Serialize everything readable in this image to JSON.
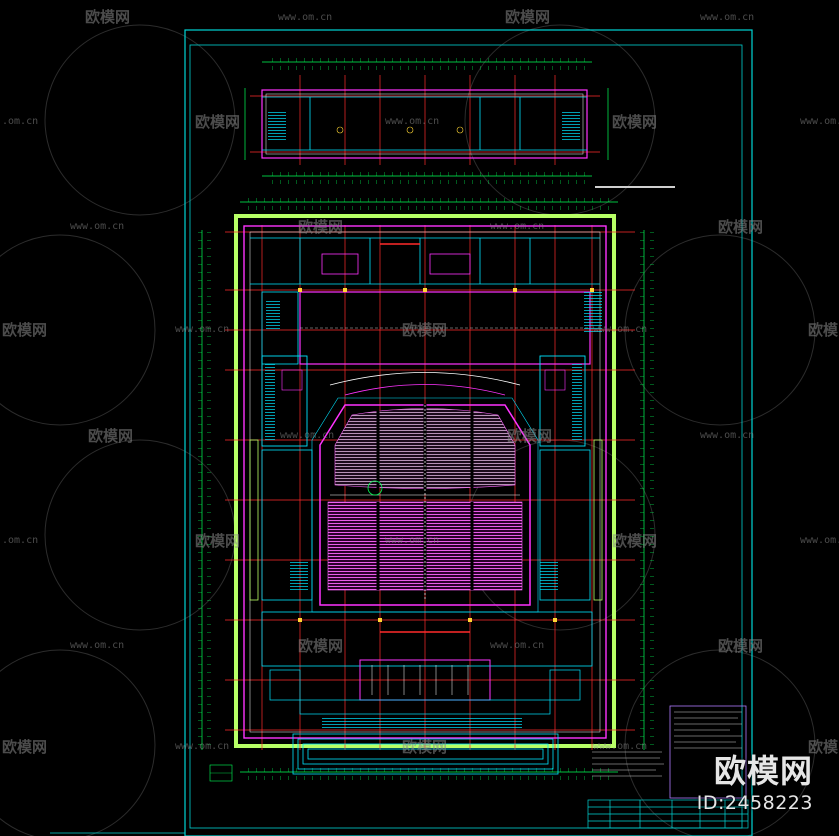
{
  "watermark": {
    "brand_text": "欧模网",
    "url_text": "www.om.cn",
    "url_text_short": ".om.cn"
  },
  "brand_overlay": {
    "logo_text": "欧模网",
    "id_text": "ID:2458223"
  },
  "colors": {
    "background": "#000000",
    "frame": "#00d4d4",
    "axis_grid": "#ff2b2b",
    "walls": "#ff33ff",
    "seating": "#ff66ff",
    "dimension": "#00ff55",
    "outline": "#b8ff66",
    "cyan_detail": "#00e5ff",
    "watermark": "#8a8a8a"
  }
}
